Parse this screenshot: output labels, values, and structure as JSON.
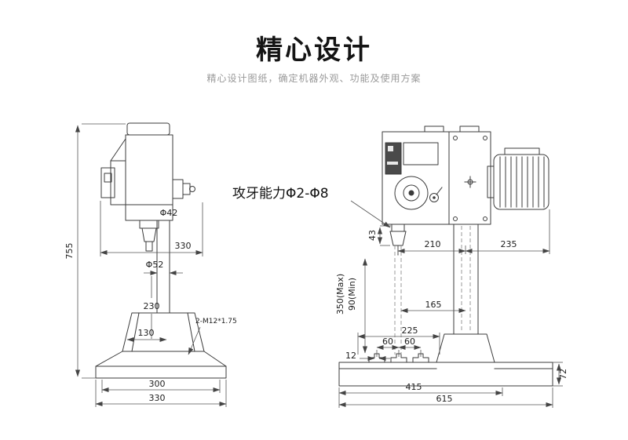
{
  "page": {
    "title": "精心设计",
    "subtitle": "精心设计图纸，确定机器外观、功能及使用方案"
  },
  "annotation": {
    "label": "攻牙能力Φ2-Φ8"
  },
  "front_view": {
    "dims": {
      "overall_height": "755",
      "head_width": "330",
      "spindle_dia": "Φ42",
      "column_dia": "Φ52",
      "column_len": "230",
      "support_len": "130",
      "mount_thread": "2-M12*1.75",
      "base_inner": "300",
      "base_outer": "330"
    }
  },
  "side_view": {
    "dims": {
      "chuck_len": "43",
      "throat": "210",
      "rear": "235",
      "travel_max": "350(Max)",
      "travel_min": "90(Min)",
      "slot_span": "165",
      "table_span": "225",
      "slot_pitch_a": "60",
      "slot_pitch_b": "60",
      "slot_width": "12",
      "base_front": "415",
      "base_total": "615",
      "base_height": "72"
    }
  }
}
